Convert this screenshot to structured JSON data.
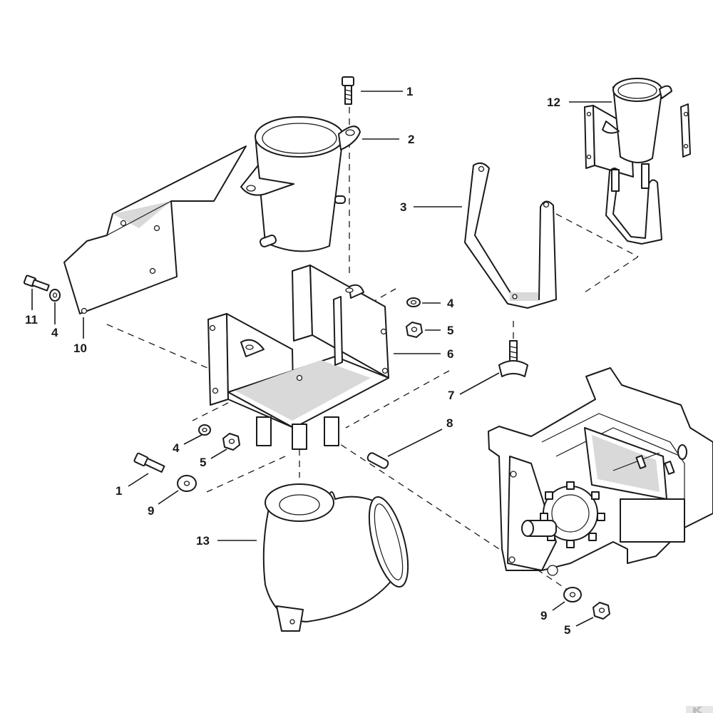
{
  "diagram": {
    "callouts": {
      "p1_top": "1",
      "p2": "2",
      "p3": "3",
      "p4_right": "4",
      "p5_right": "5",
      "p6": "6",
      "p7": "7",
      "p8": "8",
      "p4_left": "4",
      "p5_left": "5",
      "p1_left": "1",
      "p9_left": "9",
      "p13": "13",
      "p11": "11",
      "p4_far_left": "4",
      "p10": "10",
      "p12": "12",
      "p9_right": "9",
      "p5_bottom": "5"
    },
    "colors": {
      "ink": "#1a1a1a",
      "paper": "#ffffff",
      "shade": "#d9d9d9"
    }
  }
}
